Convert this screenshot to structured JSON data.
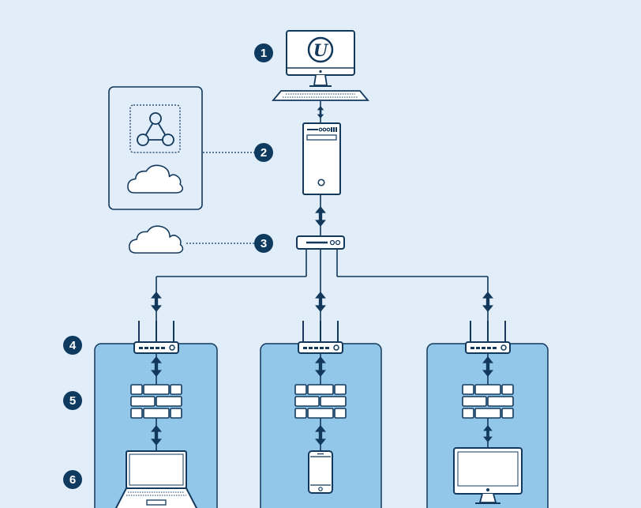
{
  "colors": {
    "background": "#e1edf8",
    "ink": "#12385c",
    "zone_fill": "#93c7ea",
    "badge": "#0f3a60",
    "device_fill": "#ffffff"
  },
  "badges": [
    "1",
    "2",
    "3",
    "4",
    "5",
    "6"
  ],
  "nodes": {
    "workstation": {
      "icon": "monitor-with-engine-logo-icon",
      "logo_letter": "U"
    },
    "server": {
      "icon": "server-tower-icon"
    },
    "cloud_services_panel": {
      "icons": [
        "network-graph-icon",
        "cloud-icon"
      ]
    },
    "internet": {
      "icon": "cloud-icon"
    },
    "switch": {
      "icon": "network-switch-icon"
    },
    "zones": [
      {
        "router": "router-icon",
        "firewall": "firewall-icon",
        "client": "laptop-icon"
      },
      {
        "router": "router-icon",
        "firewall": "firewall-icon",
        "client": "smartphone-icon"
      },
      {
        "router": "router-icon",
        "firewall": "firewall-icon",
        "client": "desktop-monitor-icon"
      }
    ]
  }
}
